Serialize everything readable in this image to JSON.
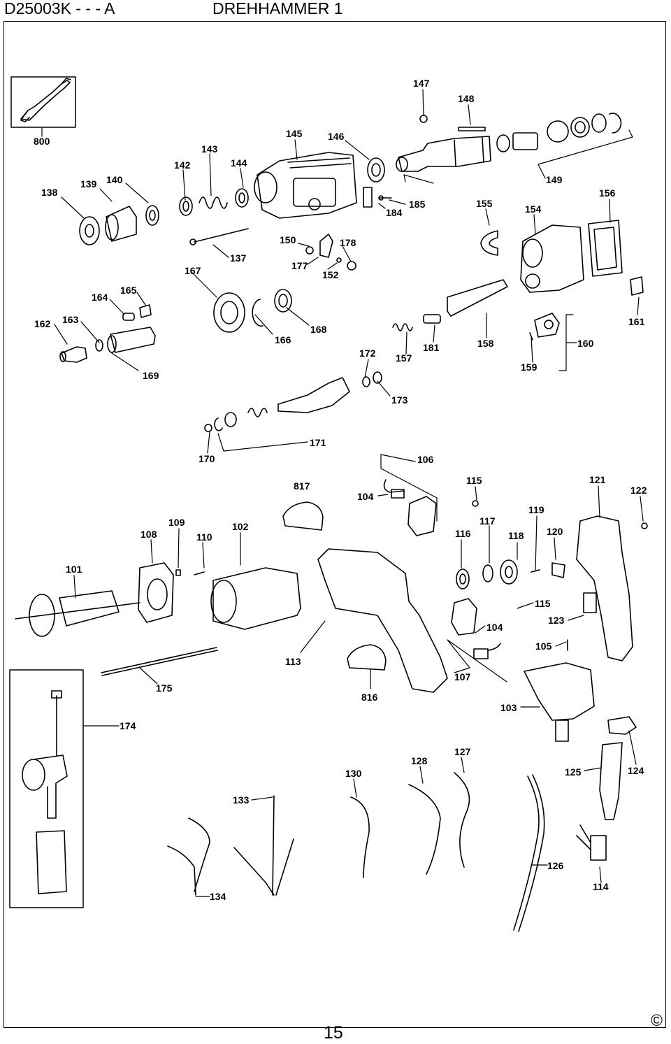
{
  "header": {
    "code": "D25003K - - - A",
    "title": "DREHHAMMER 1"
  },
  "footer": {
    "copyright": "©",
    "page_number": "15"
  },
  "callouts": {
    "c800": "800",
    "c147": "147",
    "c148": "148",
    "c145": "145",
    "c146": "146",
    "c143": "143",
    "c142": "142",
    "c144": "144",
    "c149": "149",
    "c138": "138",
    "c139": "139",
    "c140": "140",
    "c185": "185",
    "c184": "184",
    "c155": "155",
    "c154": "154",
    "c156": "156",
    "c150": "150",
    "c178": "178",
    "c137": "137",
    "c167": "167",
    "c177": "177",
    "c152": "152",
    "c164": "164",
    "c165": "165",
    "c162": "162",
    "c163": "163",
    "c166": "166",
    "c168": "168",
    "c161": "161",
    "c157": "157",
    "c181": "181",
    "c158": "158",
    "c160": "160",
    "c159": "159",
    "c172": "172",
    "c169": "169",
    "c173": "173",
    "c171": "171",
    "c170": "170",
    "c106": "106",
    "c817": "817",
    "c104a": "104",
    "c115a": "115",
    "c121": "121",
    "c122": "122",
    "c119": "119",
    "c109": "109",
    "c117": "117",
    "c108": "108",
    "c110": "110",
    "c102": "102",
    "c116": "116",
    "c118": "118",
    "c120": "120",
    "c101": "101",
    "c115b": "115",
    "c123": "123",
    "c104b": "104",
    "c105": "105",
    "c113": "113",
    "c107": "107",
    "c175": "175",
    "c816": "816",
    "c103": "103",
    "c174": "174",
    "c127": "127",
    "c128": "128",
    "c130": "130",
    "c125": "125",
    "c124": "124",
    "c133": "133",
    "c126": "126",
    "c134": "134",
    "c114": "114"
  }
}
